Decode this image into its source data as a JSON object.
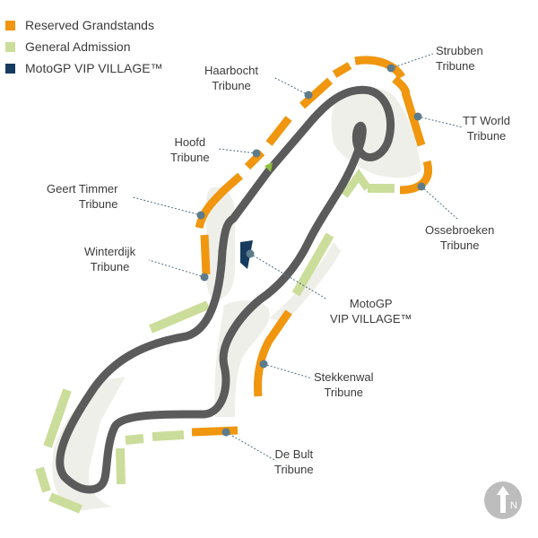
{
  "legend": [
    {
      "label": "Reserved Grandstands",
      "color": "#f0960f"
    },
    {
      "label": "General Admission",
      "color": "#cbdd9a"
    },
    {
      "label": "MotoGP VIP VILLAGE™",
      "color": "#163b5f"
    }
  ],
  "labels": {
    "strubben": [
      "Strubben",
      "Tribune"
    ],
    "haarbocht": [
      "Haarbocht",
      "Tribune"
    ],
    "ttworld": [
      "TT World",
      "Tribune"
    ],
    "hoofd": [
      "Hoofd",
      "Tribune"
    ],
    "geert": [
      "Geert Timmer",
      "Tribune"
    ],
    "ossebroeken": [
      "Ossebroeken",
      "Tribune"
    ],
    "winterdijk": [
      "Winterdijk",
      "Tribune"
    ],
    "vip": [
      "MotoGP",
      "VIP VILLAGE™"
    ],
    "stekkenwal": [
      "Stekkenwal",
      "Tribune"
    ],
    "debult": [
      "De Bult",
      "Tribune"
    ]
  },
  "compass": {
    "letter": "N",
    "icon": "north-arrow-icon"
  },
  "colors": {
    "track": "#5b5b5b",
    "reserved": "#f0960f",
    "general": "#cbdd9a",
    "vip": "#163b5f",
    "marker": "#5d7b8a",
    "ground": "#efefea",
    "compass": "#bdbdbd"
  }
}
